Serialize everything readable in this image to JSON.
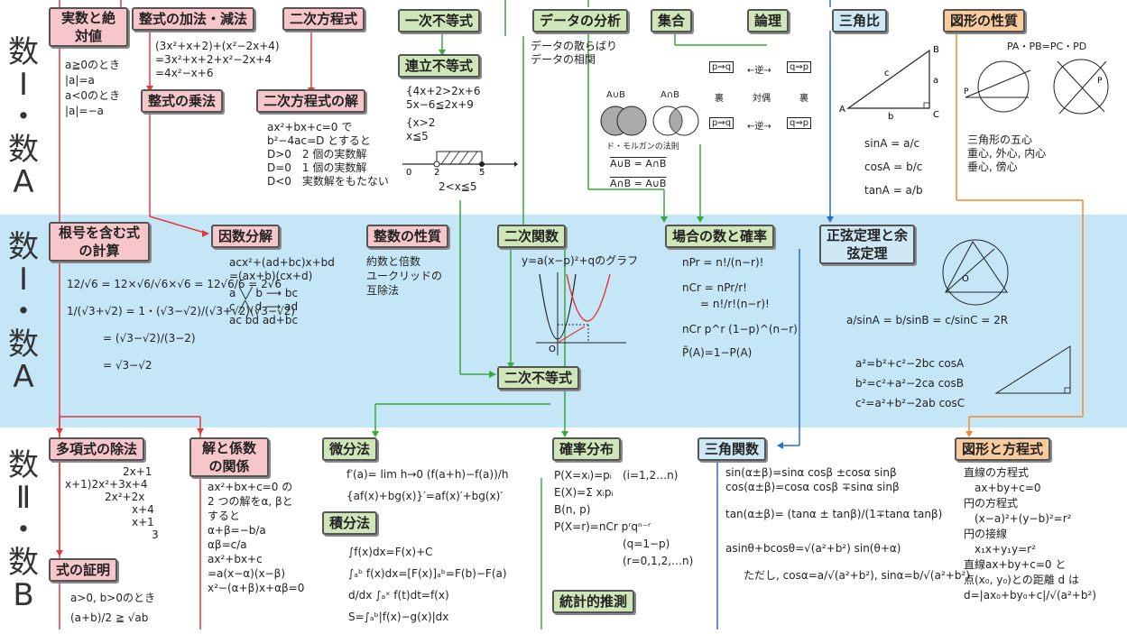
{
  "rows": [
    {
      "label": "数Ⅰ・数A"
    },
    {
      "label": "数Ⅰ・数A"
    },
    {
      "label": "数Ⅱ・数B"
    }
  ],
  "boxes": {
    "jissu": "実数と絶対値",
    "seishiki_kagen": "整式の加法・減法",
    "niji_houteishiki": "二次方程式",
    "ichiji_futoushiki": "一次不等式",
    "data_bunseki": "データの分析",
    "shugou": "集合",
    "ronri": "論理",
    "sankakuhi": "三角比",
    "zukei_seishitsu": "図形の性質",
    "renritsu_futoushiki": "連立不等式",
    "seishiki_jouhou": "整式の乗法",
    "niji_houteishiki_kai": "二次方程式の解",
    "kongou": "根号を含む式の計算",
    "inbunkai": "因数分解",
    "seisu_seishitsu": "整数の性質",
    "niji_kansu": "二次関数",
    "baai_kakuritsu": "場合の数と確率",
    "seigen_yogen": "正弦定理と余弦定理",
    "niji_futoushiki": "二次不等式",
    "takoushiki": "多項式の除法",
    "kai_keisu": "解と係数の関係",
    "bibunhou": "微分法",
    "sekibunhou": "積分法",
    "kakuritsu_bunpu": "確率分布",
    "sankaku_kansu": "三角関数",
    "zukei_houteishiki": "図形と方程式",
    "shiki_shoumei": "式の証明",
    "toukei_suisoku": "統計的推測"
  },
  "texts": {
    "jissu": [
      "a≧0のとき",
      "|a|=a",
      "a<0のとき",
      "|a|=−a"
    ],
    "seishiki": [
      "(3x²+x+2)+(x²−2x+4)",
      "=3x²+x+2+x²−2x+4",
      "=4x²−x+6"
    ],
    "niji_kai": [
      "ax²+bx+c=0 で",
      "b²−4ac=D とすると",
      "D>0　2 個の実数解",
      "D=0　1 個の実数解",
      "D<0　実数解をもたない"
    ],
    "renritsu": [
      "{4x+2>2x+6",
      " 5x−6≦2x+9",
      "{x>2",
      " x≦5",
      "2<x≦5"
    ],
    "data": [
      "データの散らばり",
      "データの相関"
    ],
    "shugou": [
      "A∪B",
      "A∩B",
      "ド・モルガンの法則",
      "A∪B = A∩B",
      "A∩B = A∪B"
    ],
    "ronri": [
      "p⇒q",
      "←逆→",
      "q⇒p",
      "裏",
      "対偶",
      "裏",
      "p⇒q",
      "←逆→",
      "q⇒p"
    ],
    "sankakuhi": [
      "sinA = a/c",
      "cosA = b/c",
      "tanA = a/b"
    ],
    "zukei": [
      "PA・PB=PC・PD",
      "三角形の五心",
      "重心, 外心, 内心",
      "垂心, 傍心"
    ],
    "kongou": [
      "12/√6 = 12×√6/√6×√6 = 12√6/6 = 2√6",
      "1/(√3+√2) = 1・(√3−√2)/(√3+√2)(√3−√2)",
      "= (√3−√2)/(3−2)",
      "= √3−√2"
    ],
    "inbunkai": [
      "acx²+(ad+bc)x+bd",
      "=(ax+b)(cx+d)",
      "a ╲╱ b ⟶ bc",
      "c ╱╲ d ⟶ ad",
      "ac  bd    ad+bc"
    ],
    "seisu": [
      "約数と倍数",
      "ユークリッドの",
      "互除法"
    ],
    "niji_kansu": [
      "y=a(x−p)²+qのグラフ"
    ],
    "baai": [
      "nPr = n!/(n−r)!",
      "nCr = nPr/r!",
      "= n!/r!(n−r)!",
      "nCr p^r (1−p)^(n−r)",
      "P̄(A)=1−P(A)"
    ],
    "seigen": [
      "a/sinA = b/sinB = c/sinC = 2R",
      "a²=b²+c²−2bc cosA",
      "b²=c²+a²−2ca cosB",
      "c²=a²+b²−2ab cosC"
    ],
    "takoushiki": [
      "2x+1",
      "x+1)2x²+3x+4",
      "2x²+2x",
      "x+4",
      "x+1",
      "3"
    ],
    "kai_keisu": [
      "ax²+bx+c=0 の",
      "2 つの解をα, βと",
      "すると",
      "α+β=−b/a",
      "αβ=c/a",
      "ax²+bx+c",
      "=a(x−α)(x−β)",
      "x²−(α+β)x+αβ=0"
    ],
    "bibun": [
      "f′(a)= lim h→0 (f(a+h)−f(a))/h",
      "{af(x)+bg(x)}′=af(x)′+bg(x)′"
    ],
    "sekibun": [
      "∫f(x)dx=F(x)+C",
      "∫ₐᵇ f(x)dx=[F(x)]ₐᵇ=F(b)−F(a)",
      "d/dx ∫ₐˣ f(t)dt=f(x)",
      "S=∫ₐᵇ|f(x)−g(x)|dx"
    ],
    "kakuritsu_bunpu": [
      "P(X=xᵢ)=pᵢ　(i=1,2…n)",
      "E(X)=Σ xᵢpᵢ",
      "B(n, p)",
      "P(X=r)=nCr pʳqⁿ⁻ʳ",
      "(q=1−p)",
      "(r=0,1,2,…n)"
    ],
    "sankaku_kansu": [
      "sin(α±β)=sinα cosβ ±cosα sinβ",
      "cos(α±β)=cosα cosβ ∓sinα sinβ",
      "tan(α±β)= (tanα ± tanβ)/(1∓tanα tanβ)",
      "asinθ+bcosθ=√(a²+b²) sin(θ+α)",
      "ただし, cosα=a/√(a²+b²), sinα=b/√(a²+b²)"
    ],
    "zukei_houteishiki": [
      "直線の方程式",
      "ax+by+c=0",
      "円の方程式",
      "(x−a)²+(y−b)²=r²",
      "円の接線",
      "x₁x+y₁y=r²",
      "直線ax+by+c=0 と",
      "点(x₀, y₀)との距離 d は",
      "d=|ax₀+by₀+c|/√(a²+b²)"
    ],
    "shiki_shoumei": [
      "a>0, b>0のとき",
      "(a+b)/2 ≧ √ab"
    ]
  },
  "colors": {
    "red": "#e03a3a",
    "green": "#3aa83a",
    "blue": "#2a6fc9",
    "orange": "#f08a2a",
    "band_blue": "#c5e6f6"
  }
}
